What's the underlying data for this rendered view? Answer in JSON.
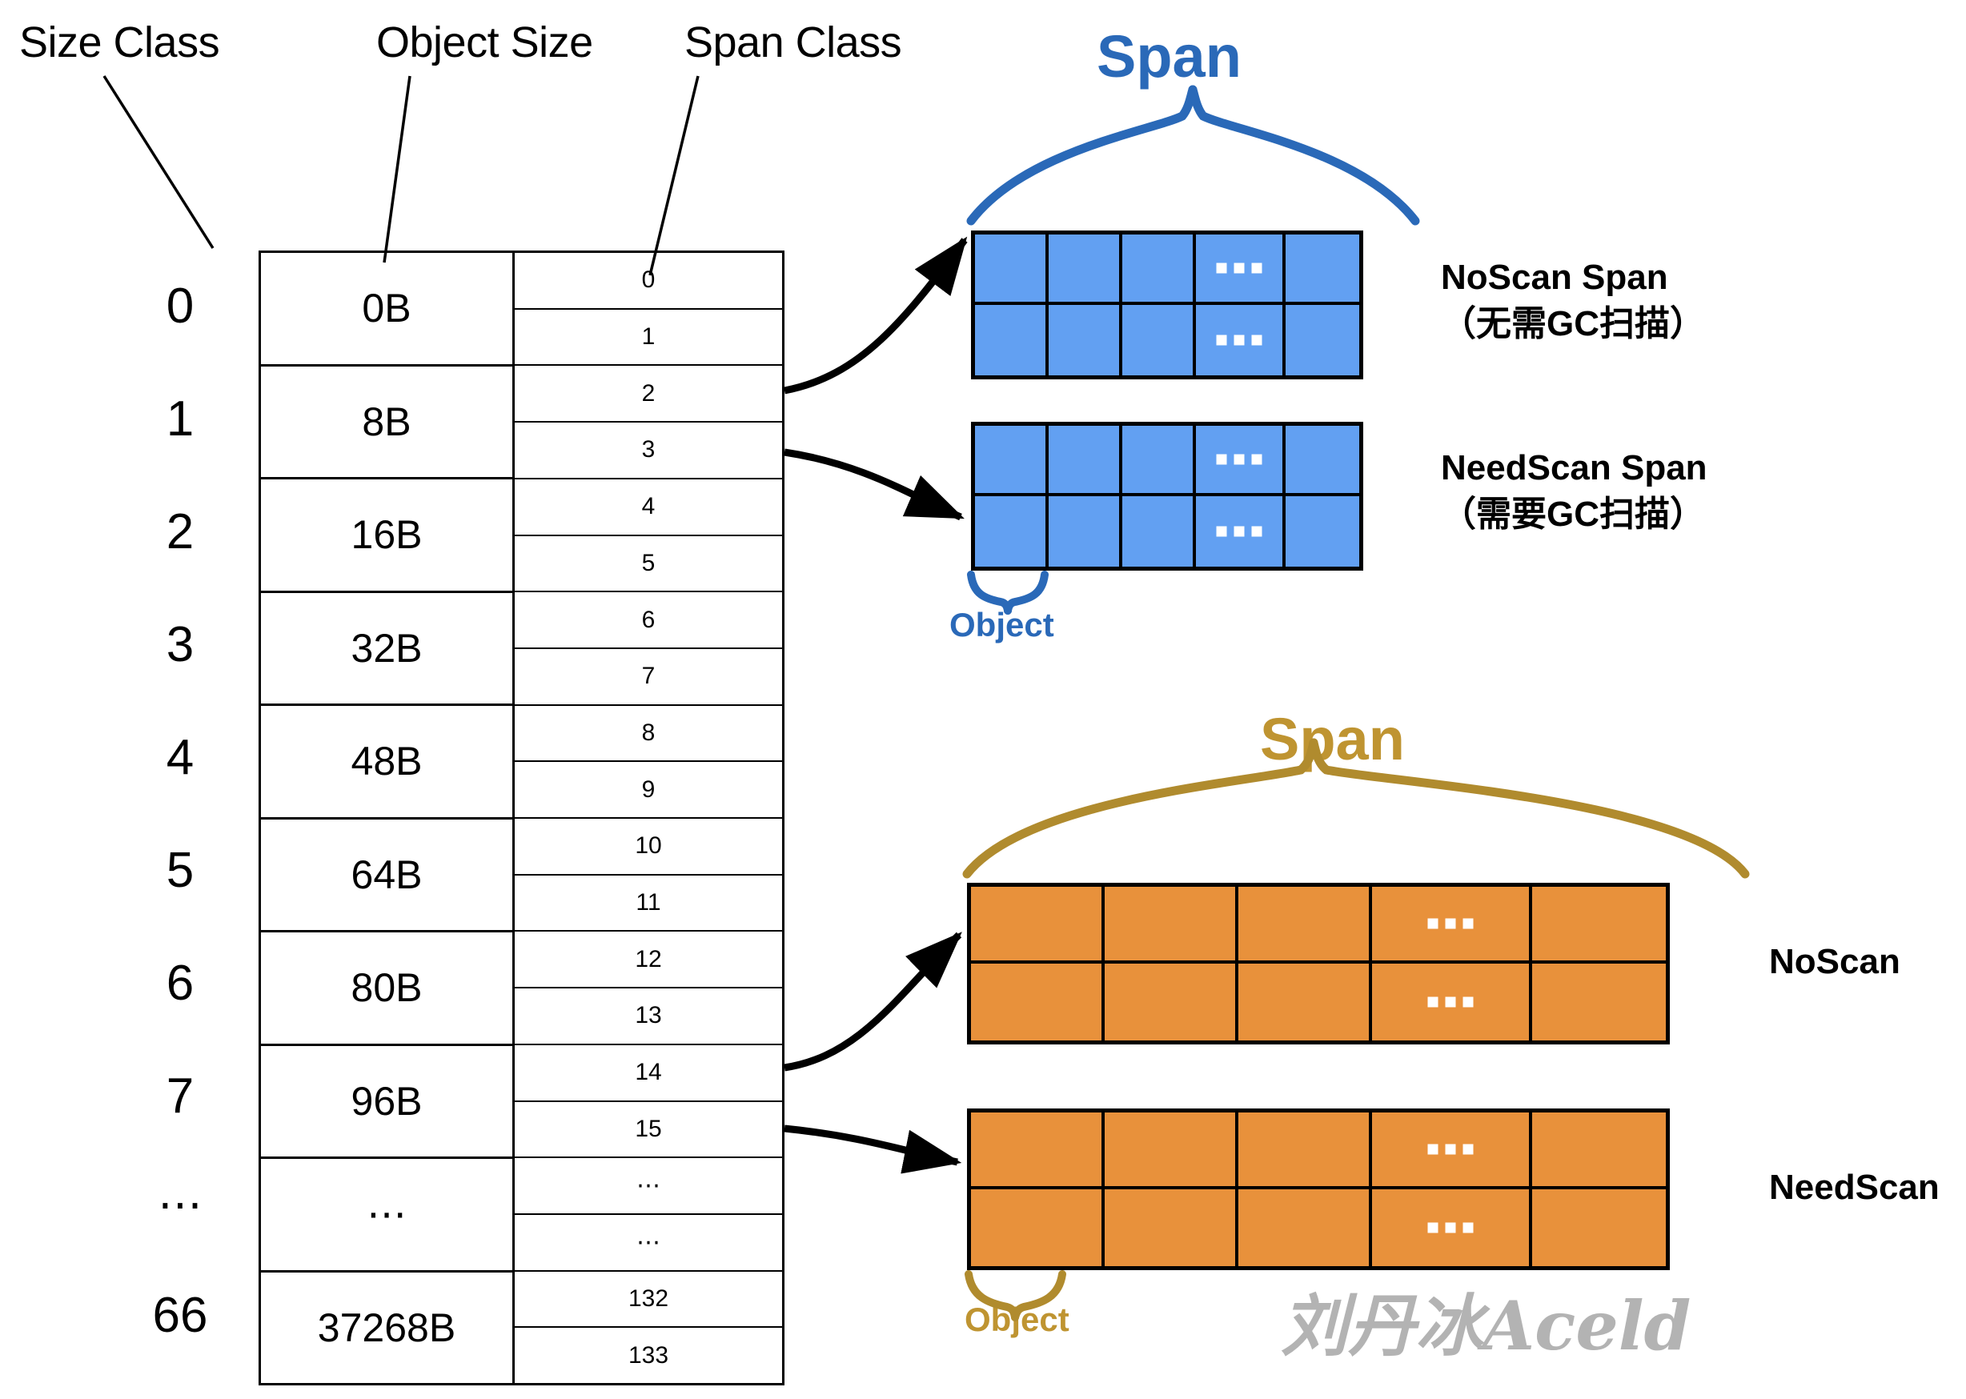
{
  "headers": {
    "size_class": "Size Class",
    "object_size": "Object Size",
    "span_class": "Span Class"
  },
  "table": {
    "size_classes": [
      "0",
      "1",
      "2",
      "3",
      "4",
      "5",
      "6",
      "7",
      "⋯",
      "66"
    ],
    "object_sizes": [
      "0B",
      "8B",
      "16B",
      "32B",
      "48B",
      "64B",
      "80B",
      "96B",
      "⋯",
      "37268B"
    ],
    "span_classes": [
      "0",
      "1",
      "2",
      "3",
      "4",
      "5",
      "6",
      "7",
      "8",
      "9",
      "10",
      "11",
      "12",
      "13",
      "14",
      "15",
      "⋯",
      "⋯",
      "132",
      "133"
    ]
  },
  "blue_section": {
    "span_title": "Span",
    "object_label": "Object",
    "noscan_line1": "NoScan Span",
    "noscan_line2": "（无需GC扫描）",
    "needscan_line1": "NeedScan Span",
    "needscan_line2": "（需要GC扫描）",
    "cell_dots": "…",
    "color": "#62A0F2",
    "accent": "#2A69B8"
  },
  "orange_section": {
    "span_title": "Span",
    "object_label": "Object",
    "noscan_label": "NoScan",
    "needscan_label": "NeedScan",
    "cell_dots": "…",
    "color": "#E8913B",
    "accent": "#B08B2E"
  },
  "watermark": {
    "text": "刘丹冰Aceld",
    "color": "#b3b3b3"
  }
}
